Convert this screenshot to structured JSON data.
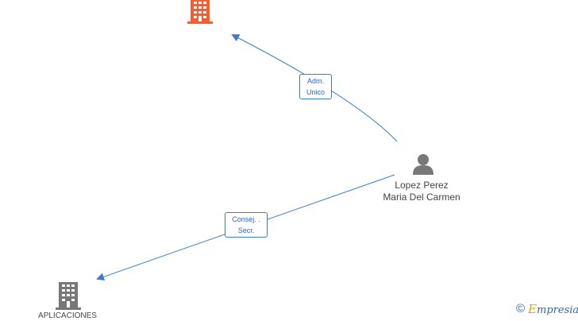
{
  "nodes": {
    "company_top": {
      "icon": "building-icon",
      "color": "#ff5a2a",
      "label": ""
    },
    "person": {
      "icon": "person-icon",
      "color": "#777777",
      "name": "Lopez Perez Maria Del Carmen"
    },
    "company_bottom": {
      "icon": "building-icon",
      "color": "#777777",
      "label": "APLICACIONES"
    }
  },
  "edges": [
    {
      "label": "Adm. Unico",
      "color": "#3a7bd5"
    },
    {
      "label": "Consej. . Secr.",
      "color": "#3a7bd5"
    }
  ],
  "brand": {
    "copyright": "©",
    "first_letter": "E",
    "rest": "mpresia"
  }
}
